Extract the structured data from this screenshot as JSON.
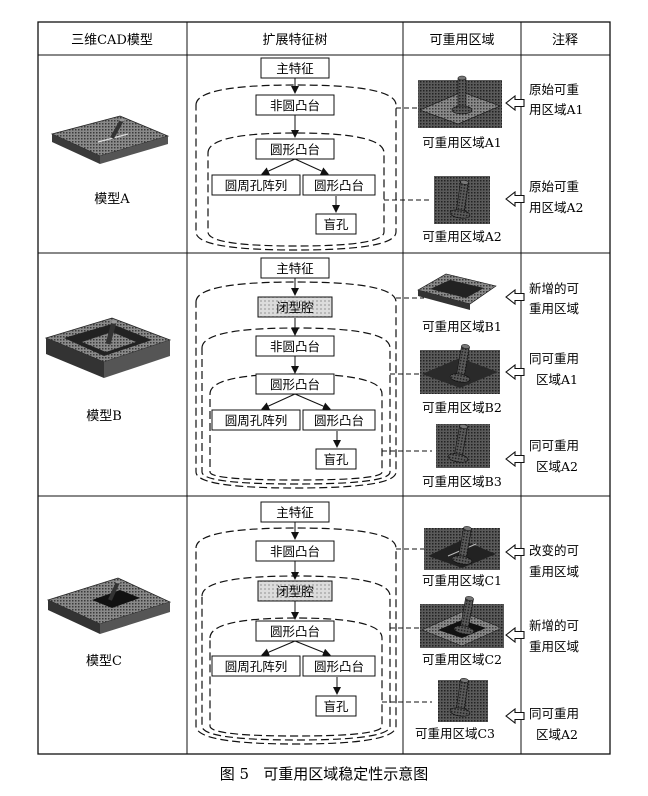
{
  "headers": [
    "三维CAD模型",
    "扩展特征树",
    "可重用区域",
    "注释"
  ],
  "models": [
    "模型A",
    "模型B",
    "模型C"
  ],
  "nodes": {
    "main_feature": "主特征",
    "noncircle_boss": "非圆凸台",
    "circle_boss": "圆形凸台",
    "circ_hole_array": "圆周孔阵列",
    "blind_hole": "盲孔",
    "closed_cavity": "闭型腔"
  },
  "regions": {
    "A1": "可重用区域A1",
    "A2": "可重用区域A2",
    "B1": "可重用区域B1",
    "B2": "可重用区域B2",
    "B3": "可重用区域B3",
    "C1": "可重用区域C1",
    "C2": "可重用区域C2",
    "C3": "可重用区域C3"
  },
  "notes": {
    "a1": [
      "原始可重",
      "用区域A1"
    ],
    "a2": [
      "原始可重",
      "用区域A2"
    ],
    "b1": [
      "新增的可",
      "重用区域"
    ],
    "b2": [
      "同可重用",
      "区域A1"
    ],
    "b3": [
      "同可重用",
      "区域A2"
    ],
    "c1": [
      "改变的可",
      "重用区域"
    ],
    "c2": [
      "新增的可",
      "重用区域"
    ],
    "c3": [
      "同可重用",
      "区域A2"
    ]
  },
  "caption": "图 5   可重用区域稳定性示意图",
  "colors": {
    "line": "#111111",
    "shade": "#555555",
    "dark": "#222222",
    "cavity": "#d6d6d6"
  }
}
